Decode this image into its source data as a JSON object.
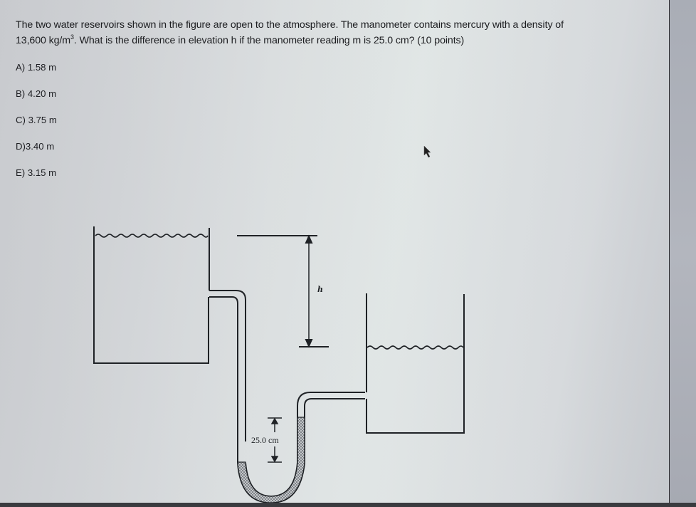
{
  "question": {
    "line1": "The two water reservoirs shown in the figure are open to the atmosphere. The manometer contains mercury with a density of",
    "line2_prefix": "13,600 kg/m",
    "line2_sup": "3",
    "line2_suffix": ". What is the difference in elevation h if the manometer reading m is 25.0 cm?  (10 points)"
  },
  "options": [
    {
      "key": "A",
      "label": "A) 1.58 m"
    },
    {
      "key": "B",
      "label": "B) 4.20 m"
    },
    {
      "key": "C",
      "label": "C) 3.75 m"
    },
    {
      "key": "D",
      "label": "D)3.40 m"
    },
    {
      "key": "E",
      "label": "E) 3.15 m"
    }
  ],
  "figure": {
    "h_label": "h",
    "manometer_reading_label": "25.0 cm",
    "colors": {
      "line": "#1f2226",
      "mercury_fill": "#9a9ea3"
    }
  },
  "cursor": {
    "icon": "mouse-pointer-icon"
  }
}
